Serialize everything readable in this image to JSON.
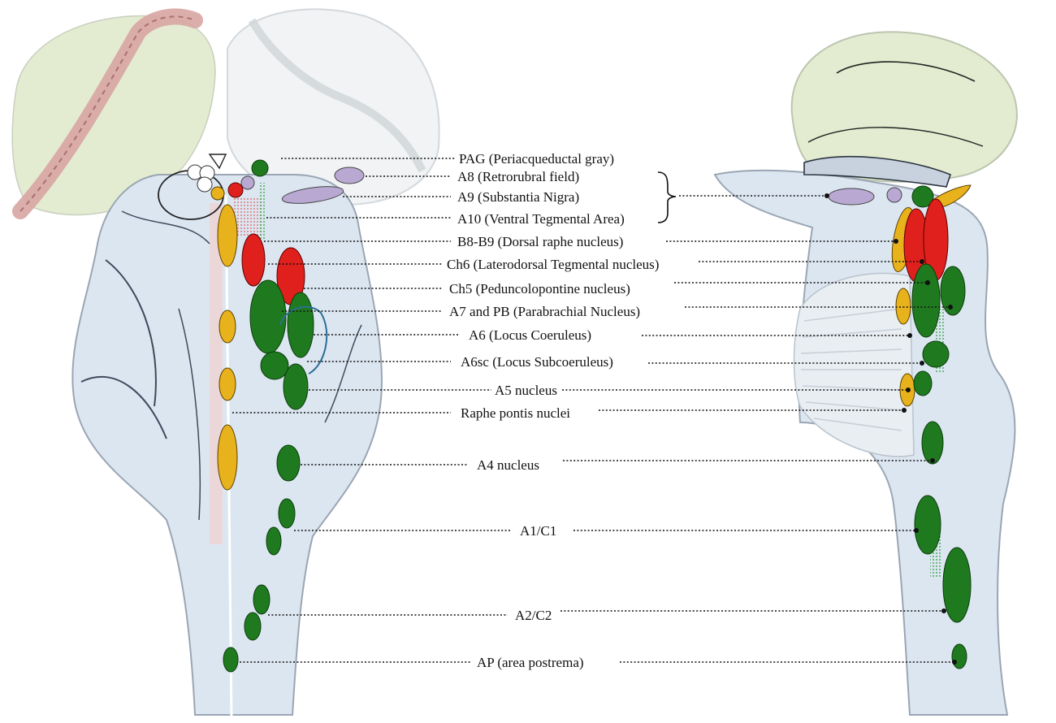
{
  "colors": {
    "green": "#1f7a1f",
    "red": "#e0201c",
    "yellow": "#e8b21c",
    "lilac": "#b9a9d2",
    "brain": "#e3ecd0",
    "stem": "#dce5f0",
    "tract": "#e9b9b5",
    "teal": "#2b6f94"
  },
  "labels": [
    {
      "id": "pag",
      "text": "PAG (Periacqueductal gray)"
    },
    {
      "id": "a8",
      "text": "A8 (Retrorubral field)"
    },
    {
      "id": "a9",
      "text": "A9 (Substantia Nigra)"
    },
    {
      "id": "a10",
      "text": "A10 (Ventral Tegmental Area)"
    },
    {
      "id": "b8b9",
      "text": "B8-B9 (Dorsal raphe nucleus)"
    },
    {
      "id": "ch6",
      "text": "Ch6 (Laterodorsal Tegmental nucleus)"
    },
    {
      "id": "ch5",
      "text": "Ch5 (Peduncolopontine nucleus)"
    },
    {
      "id": "a7pb",
      "text": "A7 and PB (Parabrachial Nucleus)"
    },
    {
      "id": "a6",
      "text": "A6 (Locus Coeruleus)"
    },
    {
      "id": "a6sc",
      "text": "A6sc (Locus Subcoeruleus)"
    },
    {
      "id": "a5",
      "text": "A5 nucleus"
    },
    {
      "id": "raphe",
      "text": "Raphe pontis nuclei"
    },
    {
      "id": "a4",
      "text": "A4 nucleus"
    },
    {
      "id": "a1c1",
      "text": "A1/C1"
    },
    {
      "id": "a2c2",
      "text": "A2/C2"
    },
    {
      "id": "ap",
      "text": "AP (area postrema)"
    }
  ]
}
